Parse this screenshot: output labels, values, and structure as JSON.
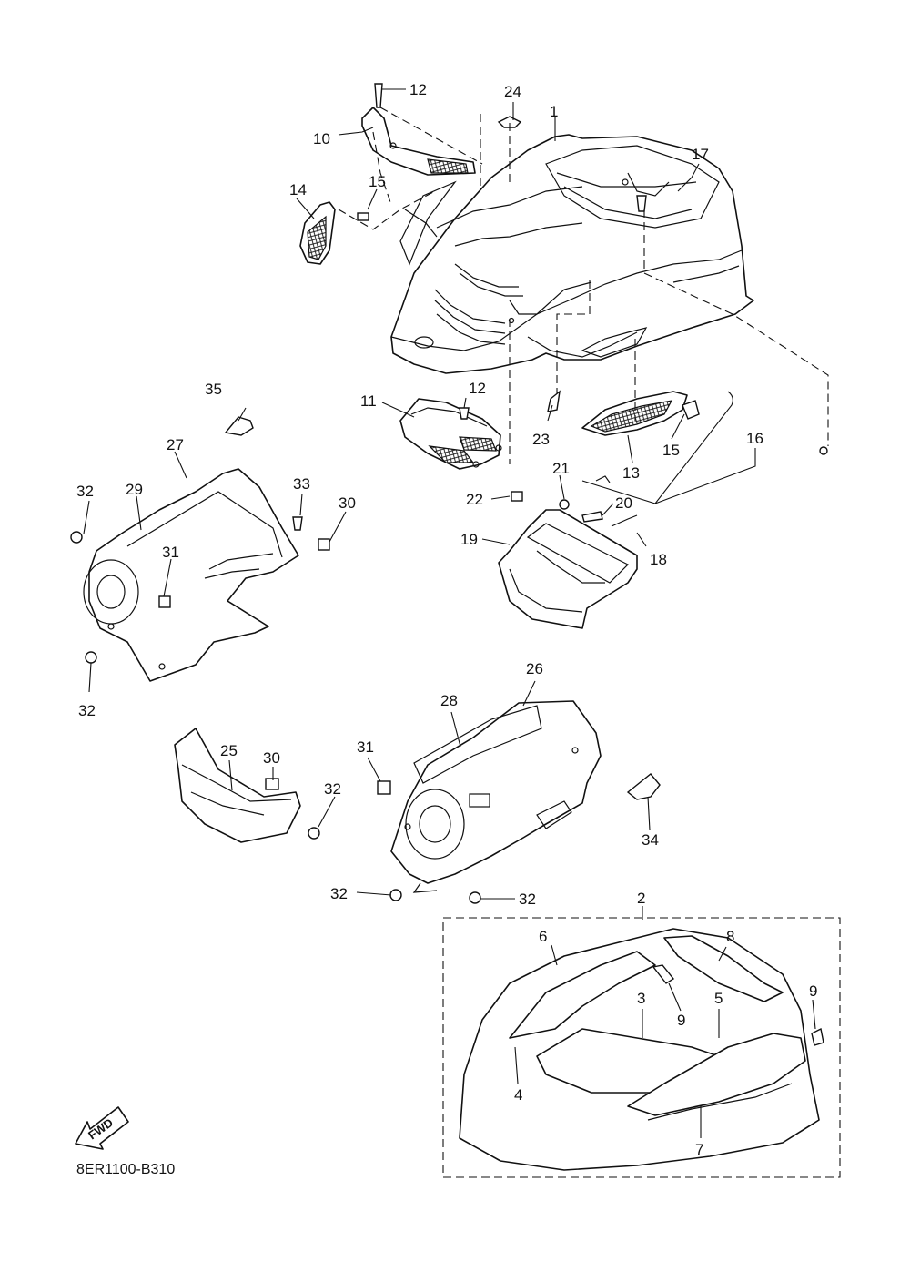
{
  "diagram_code": "8ER1100-B310",
  "fwd_label": "FWD",
  "callouts": {
    "p1": "1",
    "p2": "2",
    "p3": "3",
    "p4": "4",
    "p5": "5",
    "p6": "6",
    "p7": "7",
    "p8": "8",
    "p9a": "9",
    "p9b": "9",
    "p10": "10",
    "p11": "11",
    "p12a": "12",
    "p12b": "12",
    "p13": "13",
    "p14": "14",
    "p15a": "15",
    "p15b": "15",
    "p16": "16",
    "p17": "17",
    "p18": "18",
    "p19": "19",
    "p20": "20",
    "p21": "21",
    "p22": "22",
    "p23": "23",
    "p24": "24",
    "p25": "25",
    "p26": "26",
    "p27": "27",
    "p28": "28",
    "p29": "29",
    "p30a": "30",
    "p30b": "30",
    "p31a": "31",
    "p31b": "31",
    "p32a": "32",
    "p32b": "32",
    "p32c": "32",
    "p32d": "32",
    "p32e": "32",
    "p33": "33",
    "p34": "34",
    "p35": "35"
  }
}
